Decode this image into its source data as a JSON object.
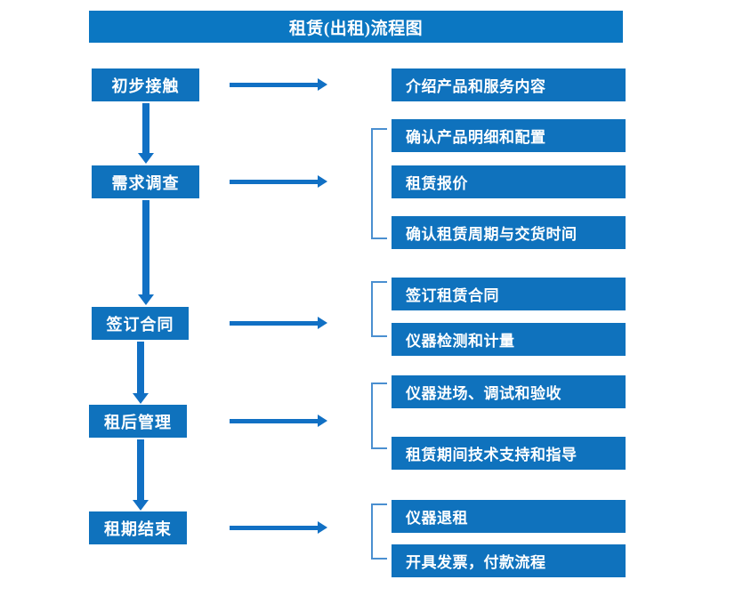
{
  "diagram": {
    "title": "租赁(出租)流程图",
    "colors": {
      "title_bar": "#0b77c2",
      "box_fill": "#0f72bd",
      "box_text": "#ffffff",
      "arrow": "#1170c4",
      "bracket": "#4a8fd0",
      "background": "#ffffff"
    },
    "stages": [
      {
        "label": "初步接触"
      },
      {
        "label": "需求调查"
      },
      {
        "label": "签订合同"
      },
      {
        "label": "租后管理"
      },
      {
        "label": "租期结束"
      }
    ],
    "details": [
      {
        "label": "介绍产品和服务内容"
      },
      {
        "label": "确认产品明细和配置"
      },
      {
        "label": "租赁报价"
      },
      {
        "label": "确认租赁周期与交货时间"
      },
      {
        "label": "签订租赁合同"
      },
      {
        "label": "仪器检测和计量"
      },
      {
        "label": "仪器进场、调试和验收"
      },
      {
        "label": "租赁期间技术支持和指导"
      },
      {
        "label": "仪器退租"
      },
      {
        "label": "开具发票，付款流程"
      }
    ],
    "groups": [
      {
        "stage": "初步接触",
        "details": [
          "介绍产品和服务内容"
        ]
      },
      {
        "stage": "需求调查",
        "details": [
          "确认产品明细和配置",
          "租赁报价",
          "确认租赁周期与交货时间"
        ]
      },
      {
        "stage": "签订合同",
        "details": [
          "签订租赁合同",
          "仪器检测和计量"
        ]
      },
      {
        "stage": "租后管理",
        "details": [
          "仪器进场、调试和验收",
          "租赁期间技术支持和指导"
        ]
      },
      {
        "stage": "租期结束",
        "details": [
          "仪器退租",
          "开具发票，付款流程"
        ]
      }
    ],
    "flow_sequence": [
      "初步接触",
      "需求调查",
      "签订合同",
      "租后管理",
      "租期结束"
    ]
  }
}
